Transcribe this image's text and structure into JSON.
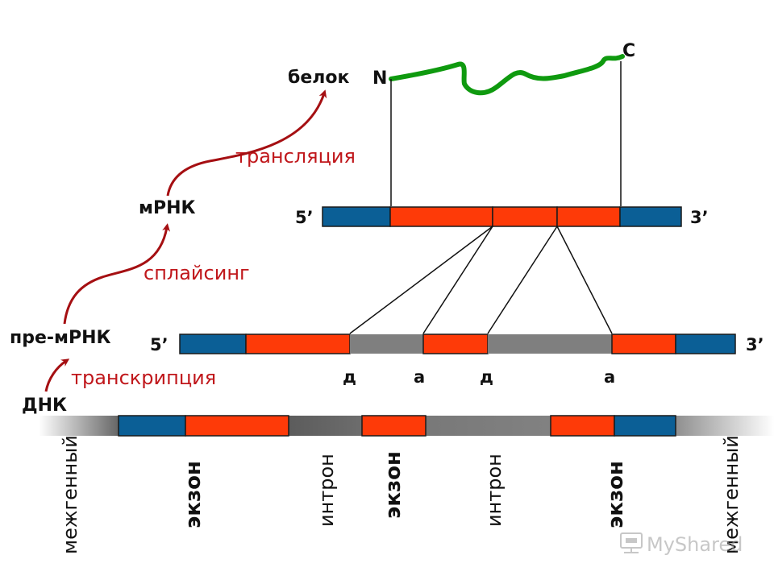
{
  "labels": {
    "protein": "белок",
    "mrna": "мРНК",
    "premrna": "пре-мРНК",
    "dna": "ДНК",
    "n_term": "N",
    "c_term": "C",
    "five_prime": "5’",
    "three_prime": "3’",
    "donor": "д",
    "acceptor": "а"
  },
  "processes": {
    "translation": "трансляция",
    "splicing": "сплайсинг",
    "transcription": "транскрипция"
  },
  "regions": {
    "intergenic": "межгенный",
    "exon": "экзон",
    "intron": "интрон"
  },
  "watermark": "MyShared",
  "colors": {
    "utr_blue": "#0b5f96",
    "coding_red": "#fe3a08",
    "intron_gray": "#7f7f7f",
    "arrow_red": "#a50f12",
    "protein_green": "#0f9a0f"
  }
}
